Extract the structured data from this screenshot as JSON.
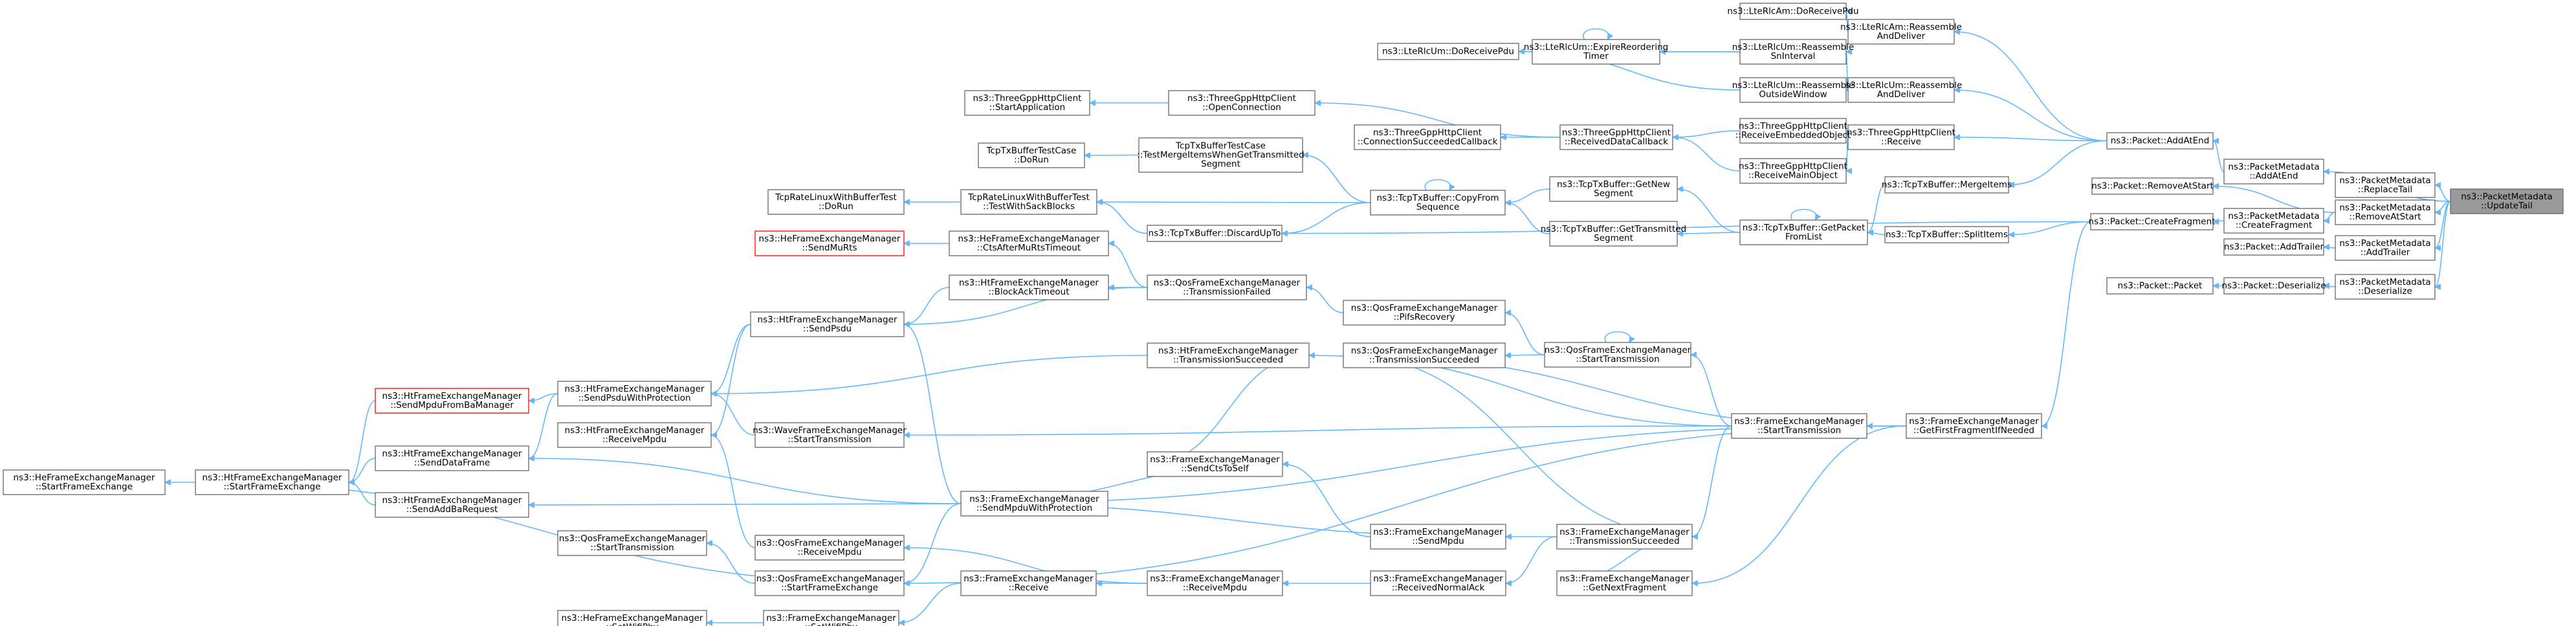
{
  "nodes": [
    {
      "id": "root",
      "lines": [
        "ns3::PacketMetadata",
        "::UpdateTail"
      ],
      "root": true
    },
    {
      "id": "replaceTail",
      "lines": [
        "ns3::PacketMetadata",
        "::ReplaceTail"
      ]
    },
    {
      "id": "pmAddAtEnd",
      "lines": [
        "ns3::PacketMetadata",
        "::AddAtEnd"
      ]
    },
    {
      "id": "pmRemoveAtStart",
      "lines": [
        "ns3::PacketMetadata",
        "::RemoveAtStart"
      ]
    },
    {
      "id": "pmAddTrailer",
      "lines": [
        "ns3::PacketMetadata",
        "::AddTrailer"
      ]
    },
    {
      "id": "pmDeserialize",
      "lines": [
        "ns3::PacketMetadata",
        "::Deserialize"
      ]
    },
    {
      "id": "pAddAtEnd",
      "lines": [
        "ns3::Packet::AddAtEnd"
      ]
    },
    {
      "id": "pRemoveAtStart",
      "lines": [
        "ns3::Packet::RemoveAtStart"
      ]
    },
    {
      "id": "pmCreateFragment",
      "lines": [
        "ns3::PacketMetadata",
        "::CreateFragment"
      ]
    },
    {
      "id": "pAddTrailer",
      "lines": [
        "ns3::Packet::AddTrailer"
      ]
    },
    {
      "id": "pDeserialize",
      "lines": [
        "ns3::Packet::Deserialize"
      ]
    },
    {
      "id": "pPacket",
      "lines": [
        "ns3::Packet::Packet"
      ]
    },
    {
      "id": "pCreateFragment",
      "lines": [
        "ns3::Packet::CreateFragment"
      ]
    },
    {
      "id": "lteReassembleAndDeliver1",
      "lines": [
        "ns3::LteRlcAm::Reassemble",
        "AndDeliver"
      ]
    },
    {
      "id": "lteAmDoReceivePdu",
      "lines": [
        "ns3::LteRlcAm::DoReceivePdu"
      ]
    },
    {
      "id": "lteUmReassembleAndDeliver",
      "lines": [
        "ns3::LteRlcUm::Reassemble",
        "AndDeliver"
      ]
    },
    {
      "id": "lteUmReassembleSnInterval",
      "lines": [
        "ns3::LteRlcUm::Reassemble",
        "SnInterval"
      ]
    },
    {
      "id": "lteUmReassembleOutsideWindow",
      "lines": [
        "ns3::LteRlcUm::Reassemble",
        "OutsideWindow"
      ]
    },
    {
      "id": "lteUmExpireReordering",
      "lines": [
        "ns3::LteRlcUm::ExpireReordering",
        "Timer"
      ]
    },
    {
      "id": "lteUmDoReceivePdu",
      "lines": [
        "ns3::LteRlcUm::DoReceivePdu"
      ]
    },
    {
      "id": "tgReceive",
      "lines": [
        "ns3::ThreeGppHttpClient",
        "::Receive"
      ]
    },
    {
      "id": "tgReceiveEmbedded",
      "lines": [
        "ns3::ThreeGppHttpClient",
        "::ReceiveEmbeddedObject"
      ]
    },
    {
      "id": "tgReceiveMain",
      "lines": [
        "ns3::ThreeGppHttpClient",
        "::ReceiveMainObject"
      ]
    },
    {
      "id": "tgReceivedDataCallback",
      "lines": [
        "ns3::ThreeGppHttpClient",
        "::ReceivedDataCallback"
      ]
    },
    {
      "id": "tgConnectionSucceeded",
      "lines": [
        "ns3::ThreeGppHttpClient",
        "::ConnectionSucceededCallback"
      ]
    },
    {
      "id": "tgOpenConnection",
      "lines": [
        "ns3::ThreeGppHttpClient",
        "::OpenConnection"
      ]
    },
    {
      "id": "tgStartApplication",
      "lines": [
        "ns3::ThreeGppHttpClient",
        "::StartApplication"
      ]
    },
    {
      "id": "tcpMergeItems",
      "lines": [
        "ns3::TcpTxBuffer::MergeItems"
      ]
    },
    {
      "id": "tcpSplitItems",
      "lines": [
        "ns3::TcpTxBuffer::SplitItems"
      ]
    },
    {
      "id": "tcpGetPacketFromList",
      "lines": [
        "ns3::TcpTxBuffer::GetPacket",
        "FromList"
      ]
    },
    {
      "id": "tcpGetNewSegment",
      "lines": [
        "ns3::TcpTxBuffer::GetNew",
        "Segment"
      ]
    },
    {
      "id": "tcpGetTransmittedSegment",
      "lines": [
        "ns3::TcpTxBuffer::GetTransmitted",
        "Segment"
      ]
    },
    {
      "id": "tcpCopyFromSequence",
      "lines": [
        "ns3::TcpTxBuffer::CopyFrom",
        "Sequence"
      ]
    },
    {
      "id": "tcpDiscardUpTo",
      "lines": [
        "ns3::TcpTxBuffer::DiscardUpTo"
      ]
    },
    {
      "id": "tcpTestMergeItems",
      "lines": [
        "TcpTxBufferTestCase",
        "::TestMergeItemsWhenGetTransmitted",
        "Segment"
      ]
    },
    {
      "id": "tcpTestDoRun",
      "lines": [
        "TcpTxBufferTestCase",
        "::DoRun"
      ]
    },
    {
      "id": "tcpRateTestSack",
      "lines": [
        "TcpRateLinuxWithBufferTest",
        "::TestWithSackBlocks"
      ]
    },
    {
      "id": "tcpRateDoRun",
      "lines": [
        "TcpRateLinuxWithBufferTest",
        "::DoRun"
      ]
    },
    {
      "id": "feGetFirstFragment",
      "lines": [
        "ns3::FrameExchangeManager",
        "::GetFirstFragmentIfNeeded"
      ]
    },
    {
      "id": "feGetNextFragment",
      "lines": [
        "ns3::FrameExchangeManager",
        "::GetNextFragment"
      ]
    },
    {
      "id": "feStartTransmission",
      "lines": [
        "ns3::FrameExchangeManager",
        "::StartTransmission"
      ]
    },
    {
      "id": "feTransmissionSucceeded",
      "lines": [
        "ns3::FrameExchangeManager",
        "::TransmissionSucceeded"
      ]
    },
    {
      "id": "feSendMpdu",
      "lines": [
        "ns3::FrameExchangeManager",
        "::SendMpdu"
      ]
    },
    {
      "id": "feReceivedNormalAck",
      "lines": [
        "ns3::FrameExchangeManager",
        "::ReceivedNormalAck"
      ]
    },
    {
      "id": "feReceiveMpdu",
      "lines": [
        "ns3::FrameExchangeManager",
        "::ReceiveMpdu"
      ]
    },
    {
      "id": "feReceive",
      "lines": [
        "ns3::FrameExchangeManager",
        "::Receive"
      ]
    },
    {
      "id": "feSendCtsToSelf",
      "lines": [
        "ns3::FrameExchangeManager",
        "::SendCtsToSelf"
      ]
    },
    {
      "id": "feSendMpduWithProtection",
      "lines": [
        "ns3::FrameExchangeManager",
        "::SendMpduWithProtection"
      ]
    },
    {
      "id": "feSetWifiPhy",
      "lines": [
        "ns3::FrameExchangeManager",
        "::SetWifiPhy"
      ]
    },
    {
      "id": "qosStartTransmission",
      "lines": [
        "ns3::QosFrameExchangeManager",
        "::StartTransmission"
      ]
    },
    {
      "id": "qosPifsRecovery",
      "lines": [
        "ns3::QosFrameExchangeManager",
        "::PifsRecovery"
      ]
    },
    {
      "id": "qosTransmissionSucceeded",
      "lines": [
        "ns3::QosFrameExchangeManager",
        "::TransmissionSucceeded"
      ]
    },
    {
      "id": "qosTransmissionFailed",
      "lines": [
        "ns3::QosFrameExchangeManager",
        "::TransmissionFailed"
      ]
    },
    {
      "id": "qosReceiveMpdu",
      "lines": [
        "ns3::QosFrameExchangeManager",
        "::ReceiveMpdu"
      ]
    },
    {
      "id": "qosStartFrameExchange",
      "lines": [
        "ns3::QosFrameExchangeManager",
        "::StartFrameExchange"
      ]
    },
    {
      "id": "qosStartTransmission2",
      "lines": [
        "ns3::QosFrameExchangeManager",
        "::StartTransmission"
      ]
    },
    {
      "id": "htTransmissionSucceeded",
      "lines": [
        "ns3::HtFrameExchangeManager",
        "::TransmissionSucceeded"
      ]
    },
    {
      "id": "htBlockAckTimeout",
      "lines": [
        "ns3::HtFrameExchangeManager",
        "::BlockAckTimeout"
      ]
    },
    {
      "id": "htSendPsdu",
      "lines": [
        "ns3::HtFrameExchangeManager",
        "::SendPsdu"
      ]
    },
    {
      "id": "htSendPsduWithProtection",
      "lines": [
        "ns3::HtFrameExchangeManager",
        "::SendPsduWithProtection"
      ]
    },
    {
      "id": "htReceiveMpdu",
      "lines": [
        "ns3::HtFrameExchangeManager",
        "::ReceiveMpdu"
      ]
    },
    {
      "id": "htSendDataFrame",
      "lines": [
        "ns3::HtFrameExchangeManager",
        "::SendDataFrame"
      ]
    },
    {
      "id": "htSendAddBaRequest",
      "lines": [
        "ns3::HtFrameExchangeManager",
        "::SendAddBaRequest"
      ]
    },
    {
      "id": "htStartFrameExchange",
      "lines": [
        "ns3::HtFrameExchangeManager",
        "::StartFrameExchange"
      ]
    },
    {
      "id": "htSendMpduFromBaManager",
      "lines": [
        "ns3::HtFrameExchangeManager",
        "::SendMpduFromBaManager"
      ],
      "red": true
    },
    {
      "id": "heStartFrameExchange",
      "lines": [
        "ns3::HeFrameExchangeManager",
        "::StartFrameExchange"
      ]
    },
    {
      "id": "heCtsAfterMuRts",
      "lines": [
        "ns3::HeFrameExchangeManager",
        "::CtsAfterMuRtsTimeout"
      ]
    },
    {
      "id": "heSendMuRts",
      "lines": [
        "ns3::HeFrameExchangeManager",
        "::SendMuRts"
      ],
      "red": true
    },
    {
      "id": "heSetWifiPhy",
      "lines": [
        "ns3::HeFrameExchangeManager",
        "::SetWifiPhy"
      ]
    },
    {
      "id": "waveStartTransmission",
      "lines": [
        "ns3::WaveFrameExchangeManager",
        "::StartTransmission"
      ]
    }
  ]
}
